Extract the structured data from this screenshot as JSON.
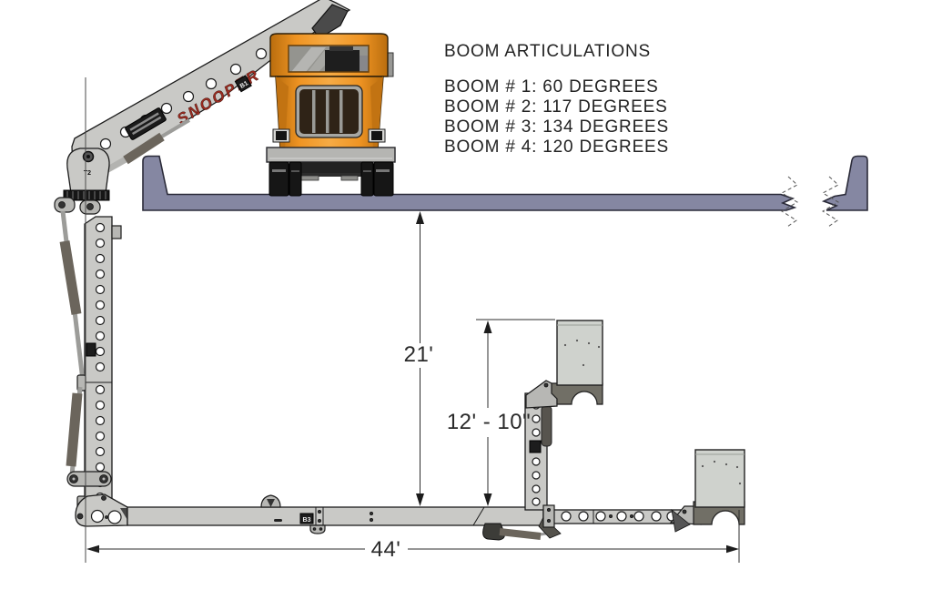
{
  "diagram": {
    "title": "BOOM ARTICULATIONS",
    "articulations": [
      "BOOM # 1: 60 DEGREES",
      "BOOM # 2: 117 DEGREES",
      "BOOM # 3: 134 DEGREES",
      "BOOM # 4: 120 DEGREES"
    ],
    "dimensions": {
      "deck_to_boom": "21'",
      "platform_rise": "12' - 10\"",
      "total_reach": "44'"
    },
    "decals": {
      "brand": "SNOOPER",
      "turntable": "T2",
      "boom1": "B1",
      "boom3": "B3"
    },
    "colors": {
      "truck_orange": "#E8891A",
      "deck_gray": "#8587A2",
      "boom_gray": "#C9C9C6",
      "brand_red": "#9B2B20",
      "cylinder_gray": "#6B655C"
    }
  }
}
